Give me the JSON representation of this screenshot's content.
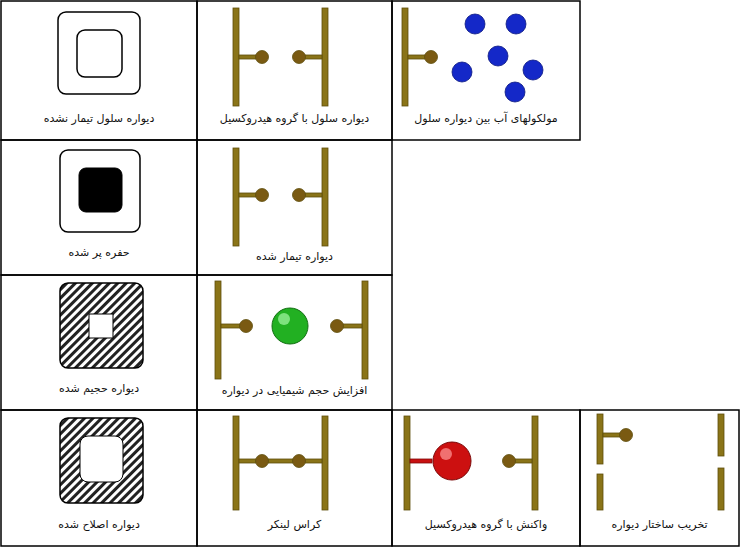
{
  "diagram": {
    "labels": [
      "دیواره سلول تیمار نشده",
      "دیواره سلول با گروه هیدروکسیل",
      "مولکولهای آب بین دیواره سلول",
      "حفره پر شده",
      "دیواره تیمار شده",
      "دیواره حجیم شده",
      "افزایش حجم شیمیایی در دیواره",
      "دیواره اصلاح شده",
      "کراس لینکر",
      "واکنش با گروه هیدروکسیل",
      "تخریب ساختار دیواره"
    ]
  }
}
